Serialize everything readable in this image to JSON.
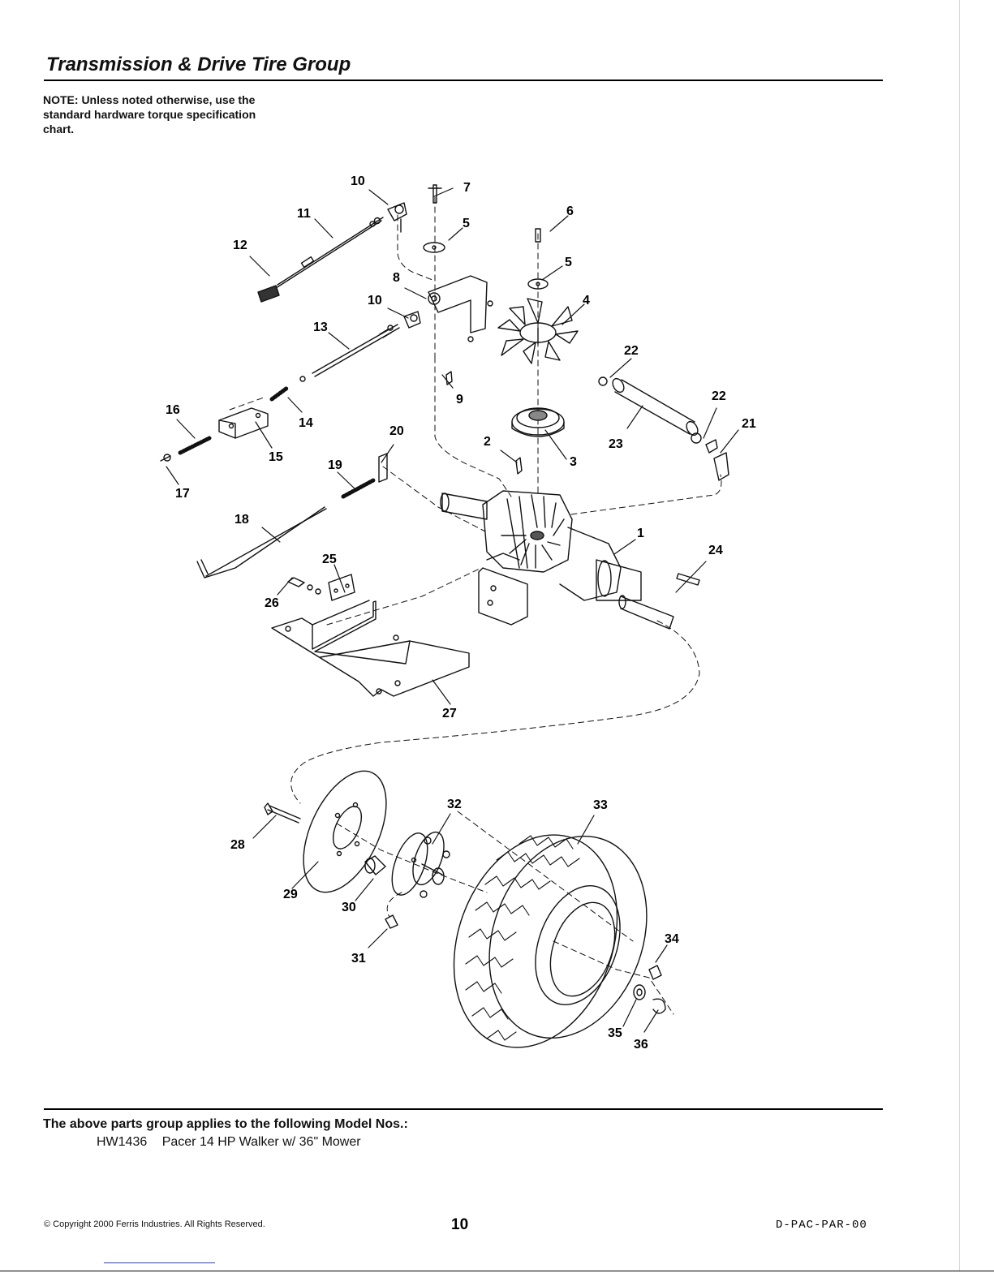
{
  "header": {
    "title": "Transmission & Drive Tire Group"
  },
  "note": {
    "text": "NOTE: Unless noted otherwise, use the standard hardware torque specification chart."
  },
  "diagram": {
    "callouts": [
      "1",
      "2",
      "3",
      "4",
      "5",
      "5",
      "6",
      "7",
      "8",
      "9",
      "10",
      "10",
      "11",
      "12",
      "13",
      "14",
      "15",
      "16",
      "17",
      "18",
      "19",
      "20",
      "21",
      "22",
      "22",
      "23",
      "24",
      "25",
      "26",
      "27",
      "28",
      "29",
      "30",
      "31",
      "32",
      "33",
      "34",
      "35",
      "36"
    ],
    "line_color": "#111111",
    "fill_color": "#ffffff"
  },
  "applies_to": {
    "heading": "The above parts group applies to the following Model Nos.:",
    "models": [
      {
        "number": "HW1436",
        "description": "Pacer 14 HP Walker w/ 36\" Mower"
      }
    ]
  },
  "footer": {
    "copyright": "© Copyright 2000 Ferris Industries. All Rights Reserved.",
    "page_number": "10",
    "doc_code": "D-PAC-PAR-00"
  }
}
